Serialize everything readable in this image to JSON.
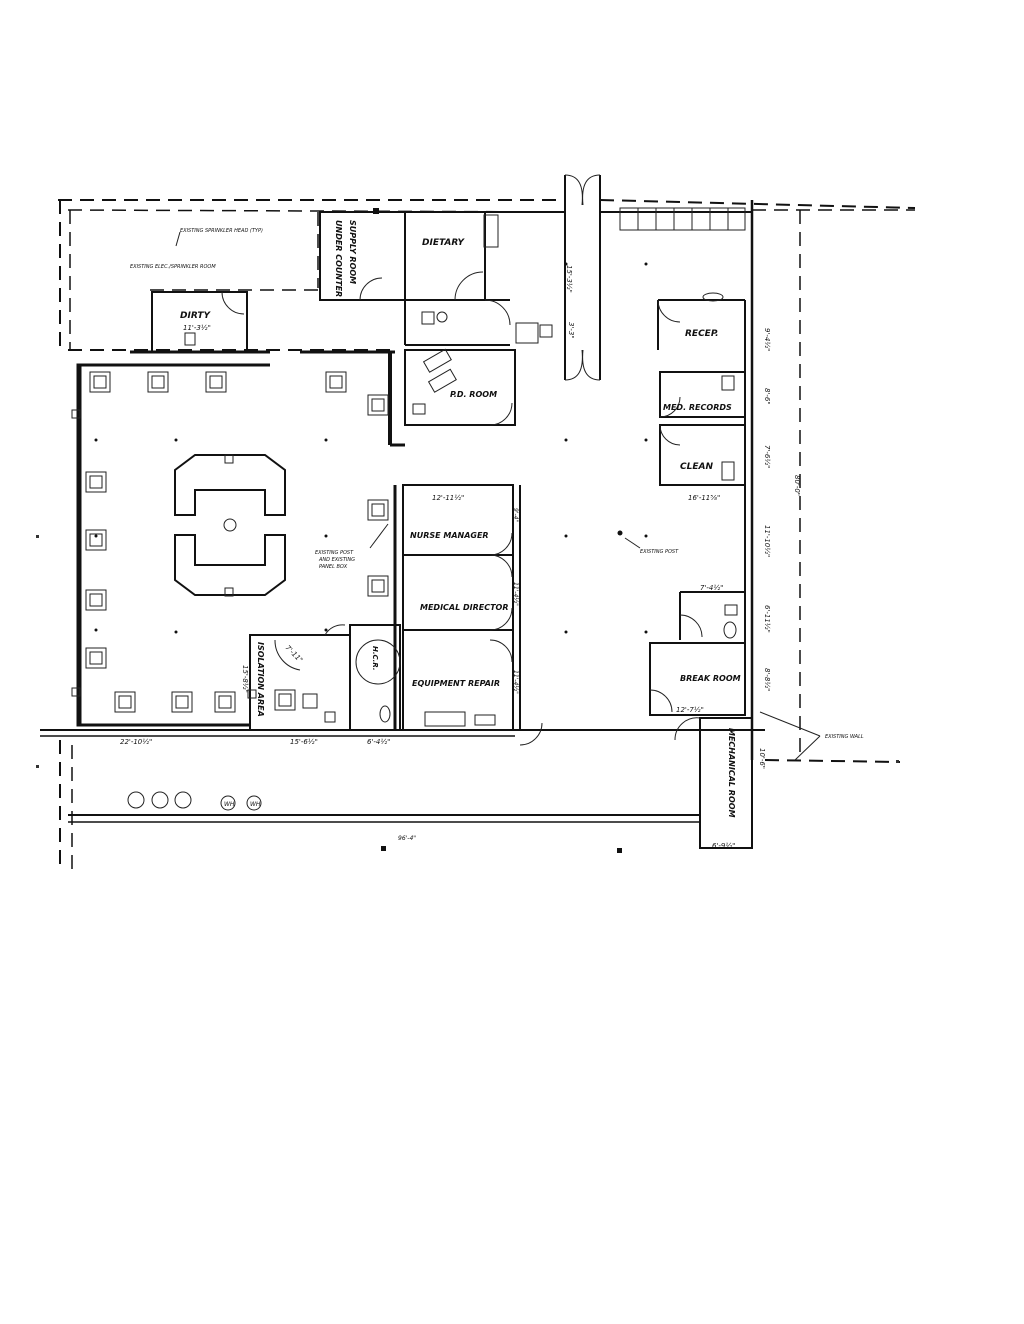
{
  "rooms": {
    "supply_room": "SUPPLY ROOM",
    "under_counter": "UNDER COUNTER",
    "dietary": "DIETARY",
    "dirty": "DIRTY",
    "recep": "RECEP.",
    "med_records": "MED. RECORDS",
    "clean": "CLEAN",
    "pd_room": "P.D. ROOM",
    "nurse_manager": "NURSE MANAGER",
    "medical_director": "MEDICAL DIRECTOR",
    "equipment_repair": "EQUIPMENT REPAIR",
    "break_room": "BREAK ROOM",
    "isolation_area": "ISOLATION AREA",
    "hcr": "H.C.R.",
    "mechanical_room": "MECHANICAL ROOM"
  },
  "notes": {
    "sprinkler_head": "EXISTING SPRINKLER HEAD (TYP)",
    "elec_sprinkler_room": "EXISTING ELEC./SPRINKLER ROOM",
    "existing_post_panel_1": "EXISTING POST",
    "existing_post_panel_2": "AND EXISTING",
    "existing_post_panel_3": "PANEL BOX",
    "existing_post": "EXISTING POST",
    "existing_wall": "EXISTING WALL",
    "water_heater": "WH"
  },
  "dimensions": {
    "dirty_width": "11'-3½\"",
    "entry_depth": "15'-3½\"",
    "vestibule": "3'-3\"",
    "recep_height": "9'-4½\"",
    "med_records_height": "8'-6\"",
    "clean_height": "7'-6½\"",
    "clean_width": "16'-11⅝\"",
    "right_overall": "80'-0\"",
    "right_mid": "11'-10½\"",
    "nurse_width": "12'-11½\"",
    "nurse_height": "9'-4\"",
    "med_dir_height": "11'-4½\"",
    "equip_height": "11'-4½\"",
    "toilet_width": "7'-4½\"",
    "toilet_height": "6'-11½\"",
    "break_height": "8'-8½\"",
    "break_width": "12'-7½\"",
    "bottom_left": "22'-10½\"",
    "bottom_iso": "15'-6½\"",
    "bottom_hcr": "6'-4½\"",
    "bottom_overall": "96'-4\"",
    "mech_width": "6'-9½\"",
    "mech_height": "10'-6\"",
    "iso_height": "15'-8½\"",
    "iso_door": "7'-11\""
  }
}
